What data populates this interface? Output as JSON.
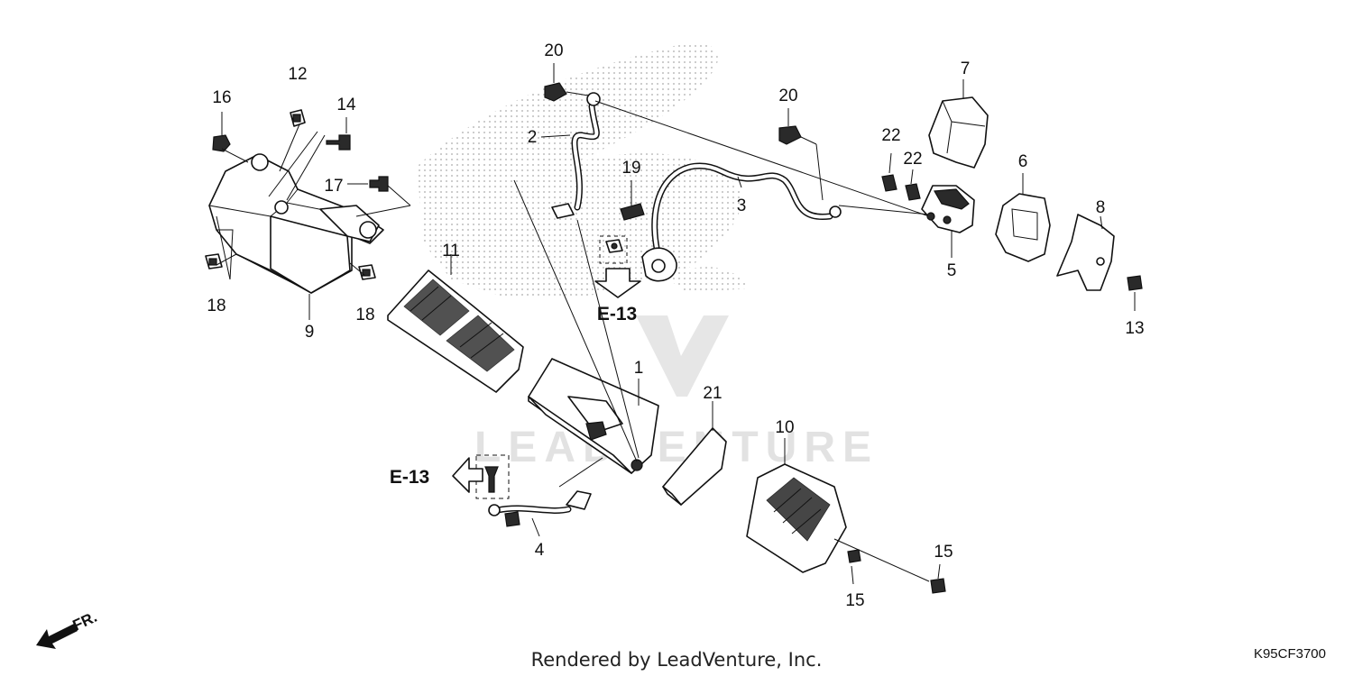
{
  "callouts": {
    "c1": "1",
    "c2": "2",
    "c3": "3",
    "c4": "4",
    "c5": "5",
    "c6": "6",
    "c7": "7",
    "c8": "8",
    "c9": "9",
    "c10": "10",
    "c11": "11",
    "c12": "12",
    "c13": "13",
    "c14": "14",
    "c15a": "15",
    "c15b": "15",
    "c16": "16",
    "c17": "17",
    "c18a": "18",
    "c18b": "18",
    "c19": "19",
    "c20a": "20",
    "c20b": "20",
    "c21": "21",
    "c22a": "22",
    "c22b": "22"
  },
  "references": {
    "top": "E-13",
    "bottom": "E-13"
  },
  "direction_label": "FR.",
  "watermark_text": "LEADVENTURE",
  "footer": "Rendered by LeadVenture, Inc.",
  "diagram_code": "K95CF3700"
}
